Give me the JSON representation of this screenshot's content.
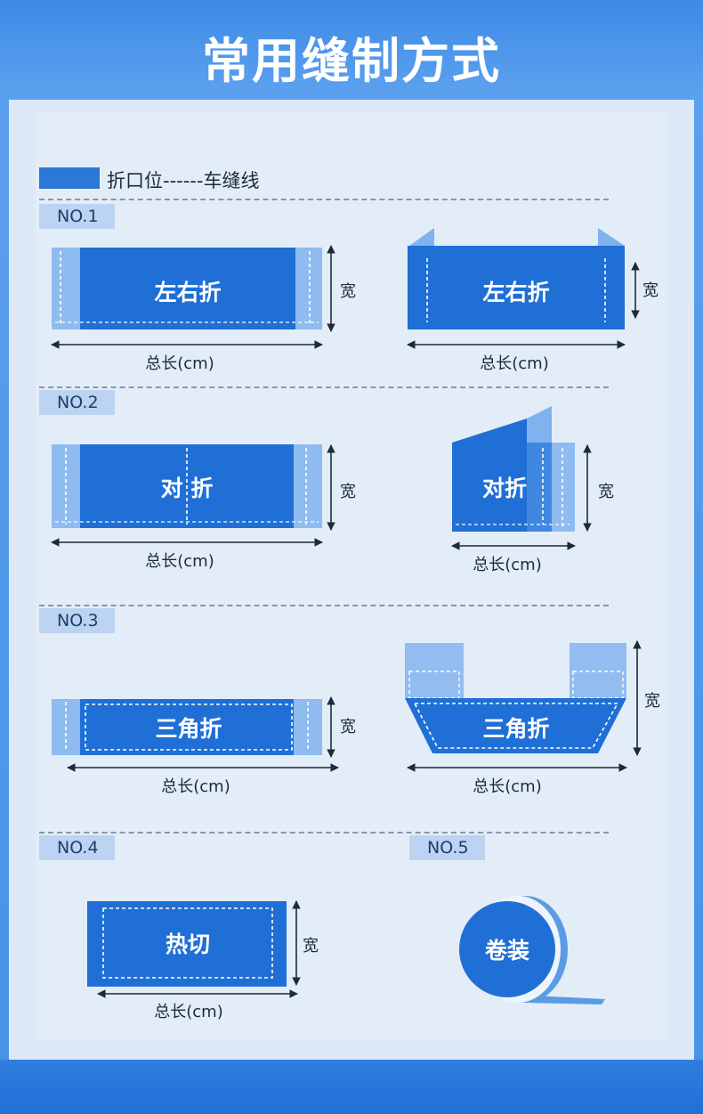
{
  "header": {
    "title": "常用缝制方式"
  },
  "legend": {
    "label": "折口位------车缝线"
  },
  "colors": {
    "fabric": "#1f6fd6",
    "fold": "#5b9be6",
    "accent": "#2a78d8"
  },
  "sections": [
    {
      "number": "NO.1",
      "left": {
        "label": "左右折",
        "width_label": "宽",
        "length_label": "总长(cm)"
      },
      "right": {
        "label": "左右折",
        "width_label": "宽",
        "length_label": "总长(cm)"
      }
    },
    {
      "number": "NO.2",
      "left": {
        "label": "对 折",
        "width_label": "宽",
        "length_label": "总长(cm)"
      },
      "right": {
        "label": "对折",
        "width_label": "宽",
        "length_label": "总长(cm)"
      }
    },
    {
      "number": "NO.3",
      "left": {
        "label": "三角折",
        "width_label": "宽",
        "length_label": "总长(cm)"
      },
      "right": {
        "label": "三角折",
        "width_label": "宽",
        "length_label": "总长(cm)"
      }
    },
    {
      "number": "NO.4",
      "left": {
        "label": "热切",
        "width_label": "宽",
        "length_label": "总长(cm)"
      }
    },
    {
      "number": "NO.5",
      "left": {
        "label": "卷装"
      }
    }
  ]
}
